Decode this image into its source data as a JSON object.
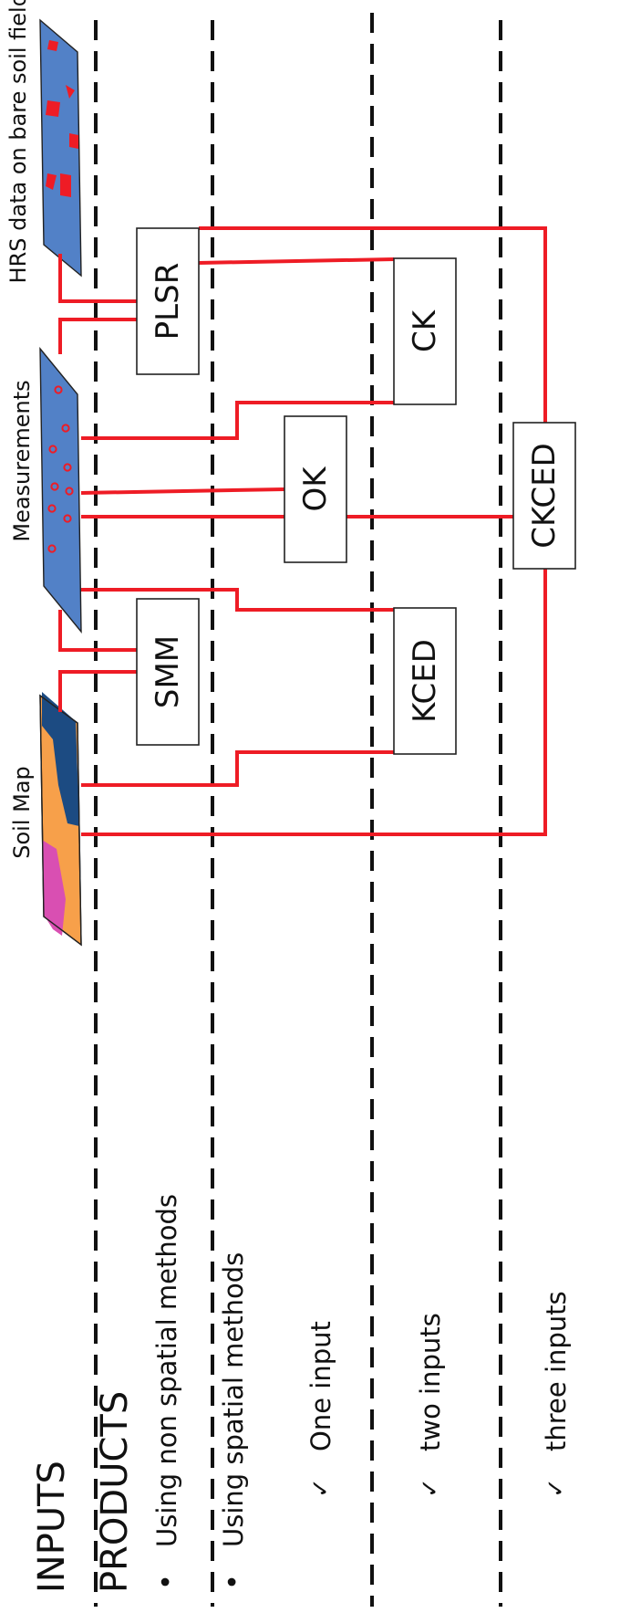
{
  "inputs": {
    "heading": "INPUTS",
    "soil_map": "Soil Map",
    "measurements": "Measurements",
    "hrs": "HRS data on bare soil fields"
  },
  "products": {
    "heading": "PRODUCTS",
    "non_spatial": "Using non spatial methods",
    "spatial": "Using spatial methods",
    "one_input": "One input",
    "two_inputs": "two inputs",
    "three_inputs": "three inputs"
  },
  "methods": {
    "pls": "PLSR",
    "smm": "SMM",
    "ok": "OK",
    "ck": "CK",
    "kced": "KCED",
    "ckced": "CKCED"
  },
  "symbols": {
    "bullet": "•",
    "check": "✓"
  },
  "colors": {
    "flow_line": "#ee1c25",
    "map_orange": "#f7a04a",
    "map_navy": "#1c4b82",
    "map_pink": "#d94fb2",
    "layer_blue": "#5281c7",
    "dot_red": "#ee1c25"
  }
}
